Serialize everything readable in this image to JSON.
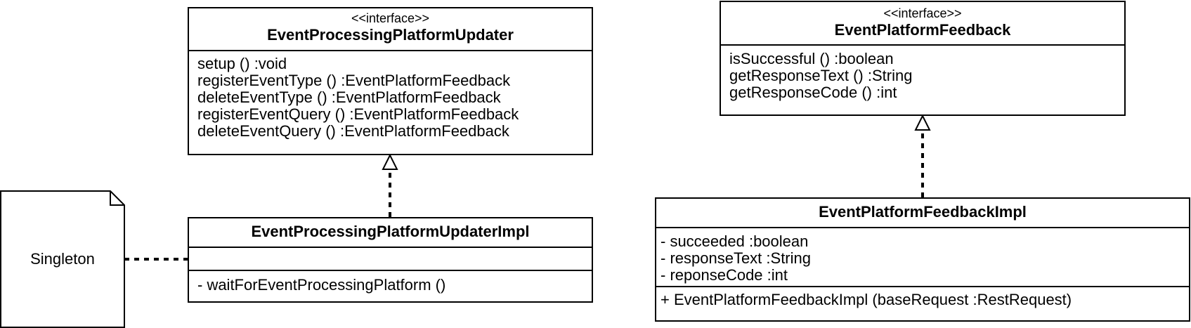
{
  "updater_interface": {
    "stereotype": "<<interface>>",
    "name": "EventProcessingPlatformUpdater",
    "operations": [
      "setup () :void",
      "registerEventType () :EventPlatformFeedback",
      "deleteEventType () :EventPlatformFeedback",
      "registerEventQuery () :EventPlatformFeedback",
      "deleteEventQuery () :EventPlatformFeedback"
    ]
  },
  "updater_impl": {
    "name": "EventProcessingPlatformUpdaterImpl",
    "attributes": [],
    "operations": [
      "- waitForEventProcessingPlatform ()"
    ]
  },
  "feedback_interface": {
    "stereotype": "<<interface>>",
    "name": "EventPlatformFeedback",
    "operations": [
      "isSuccessful () :boolean",
      "getResponseText () :String",
      "getResponseCode () :int"
    ]
  },
  "feedback_impl": {
    "name": "EventPlatformFeedbackImpl",
    "attributes": [
      "- succeeded :boolean",
      "- responseText :String",
      "- reponseCode :int"
    ],
    "operations": [
      "+ EventPlatformFeedbackImpl (baseRequest :RestRequest)"
    ]
  },
  "note": {
    "text": "Singleton"
  }
}
